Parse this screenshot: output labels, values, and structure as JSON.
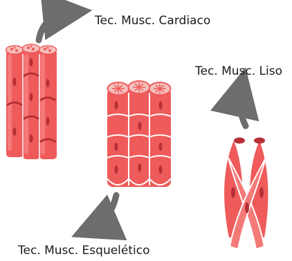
{
  "labels": {
    "cardiac": "Tec. Musc. Cardiaco",
    "smooth": "Tec. Musc. Liso",
    "skeletal": "Tec. Musc. Esquelético"
  },
  "colors": {
    "muscle": "#ef5b5b",
    "muscle_light": "#f47a78",
    "muscle_dark": "#b62f36",
    "outline": "#ffffff",
    "arrow": "#6d6d6d",
    "text": "#1a1a1a"
  },
  "icons": [
    "cardiac-muscle-icon",
    "skeletal-muscle-icon",
    "smooth-muscle-icon",
    "curved-arrow-icon"
  ]
}
